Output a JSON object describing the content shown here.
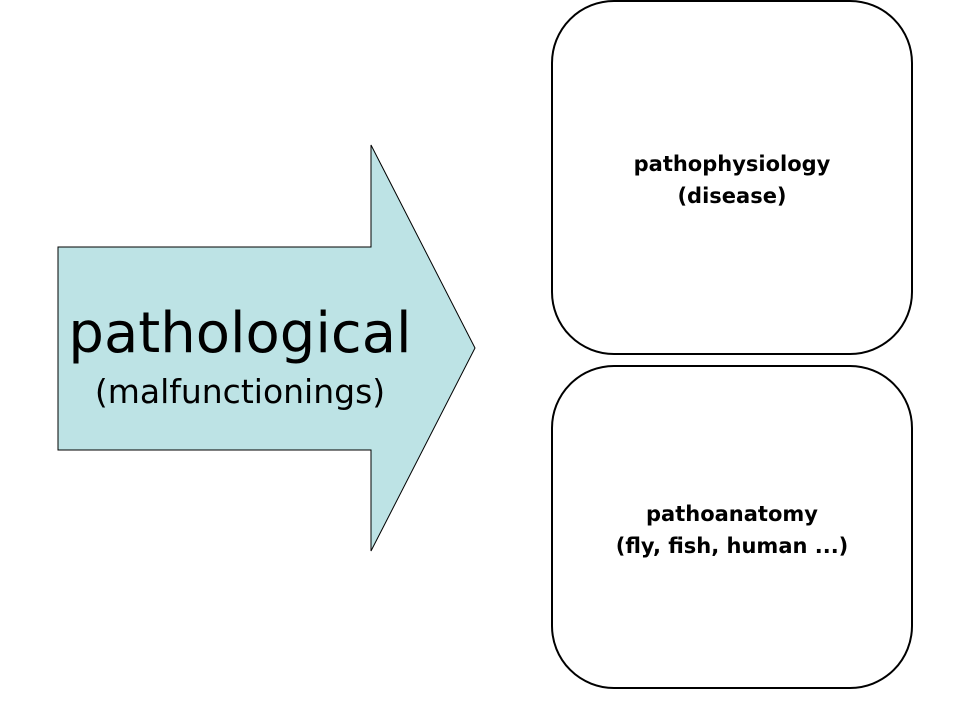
{
  "arrow": {
    "title": "pathological",
    "subtitle": "(malfunctionings)",
    "fill": "#bde3e5",
    "stroke": "#000000"
  },
  "boxes": [
    {
      "line1": "pathophysiology",
      "line2": "(disease)"
    },
    {
      "line1": "pathoanatomy",
      "line2": "(fly, fish, human ...)"
    }
  ],
  "colors": {
    "box_fill": "#ffffff",
    "box_stroke": "#000000",
    "text": "#000000"
  }
}
